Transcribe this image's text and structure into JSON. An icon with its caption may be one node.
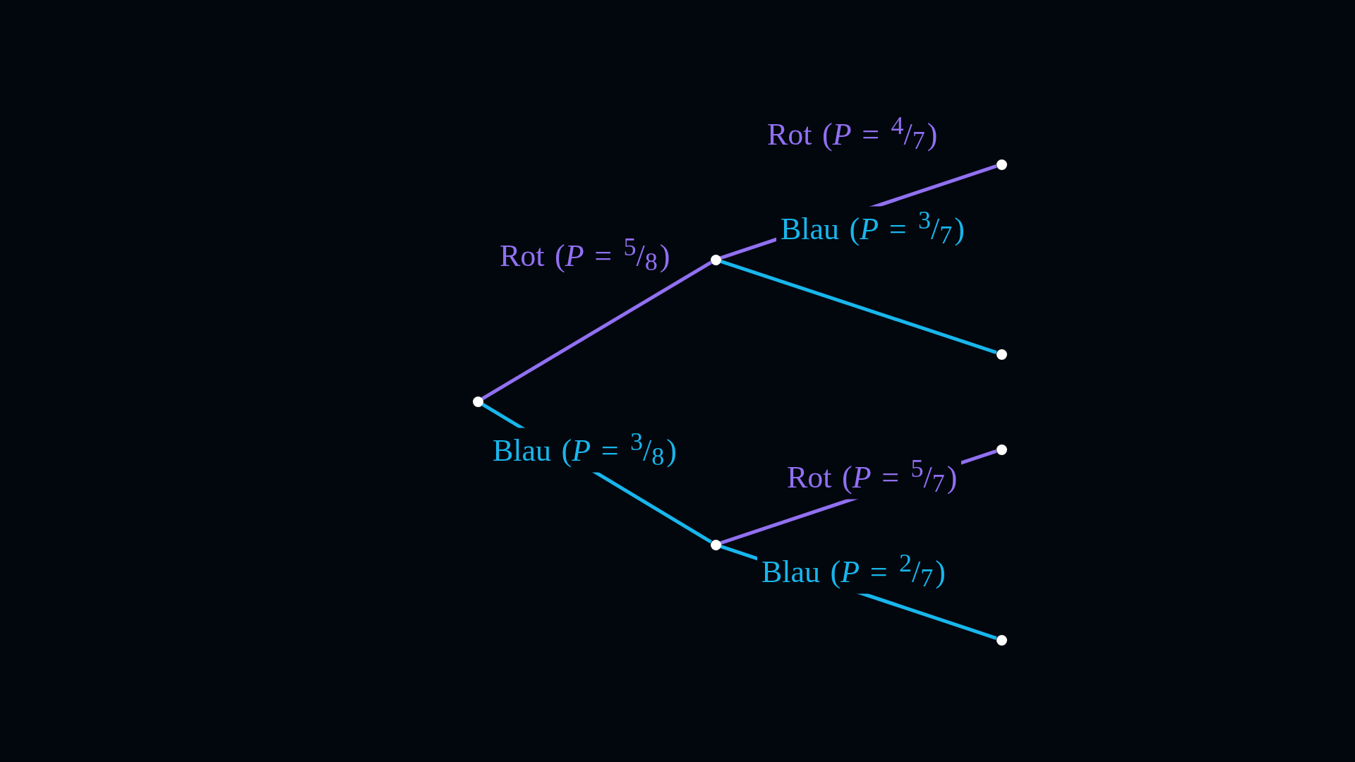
{
  "diagram": {
    "nodes": [
      {
        "text": [],
        "shape": "circle"
      },
      {
        "text": [],
        "shape": "circle"
      },
      {
        "text": [],
        "shape": "circle"
      },
      {
        "text": [],
        "shape": "circle"
      },
      {
        "text": [],
        "shape": "circle"
      },
      {
        "text": [],
        "shape": "circle"
      },
      {
        "text": [],
        "shape": "circle"
      }
    ],
    "edges": [
      {
        "from": 0,
        "to": 1,
        "arrow": "none",
        "label": "Rot (*P* = $^{5}$/$_{8}$)",
        "color": "#9170f2"
      },
      {
        "from": 0,
        "to": 2,
        "arrow": "none",
        "label": "Blau (*P* = $^{3}$/$_{8}$)",
        "color": "#18b6ec"
      },
      {
        "from": 1,
        "to": 3,
        "arrow": "none",
        "label": "Rot (*P* = $^{4}$/$_{7}$)",
        "color": "#9170f2"
      },
      {
        "from": 1,
        "to": 4,
        "arrow": "none",
        "label": "Blau (*P* = $^{3}$/$_{7}$)",
        "color": "#18b6ec"
      },
      {
        "from": 2,
        "to": 5,
        "arrow": "none",
        "label": "Rot (*P* = $^{5}$/$_{7}$)",
        "color": "#9170f2"
      },
      {
        "from": 2,
        "to": 6,
        "arrow": "none",
        "label": "Blau (*P* = $^{2}$/$_{7}$)",
        "color": "#18b6ec"
      }
    ]
  }
}
